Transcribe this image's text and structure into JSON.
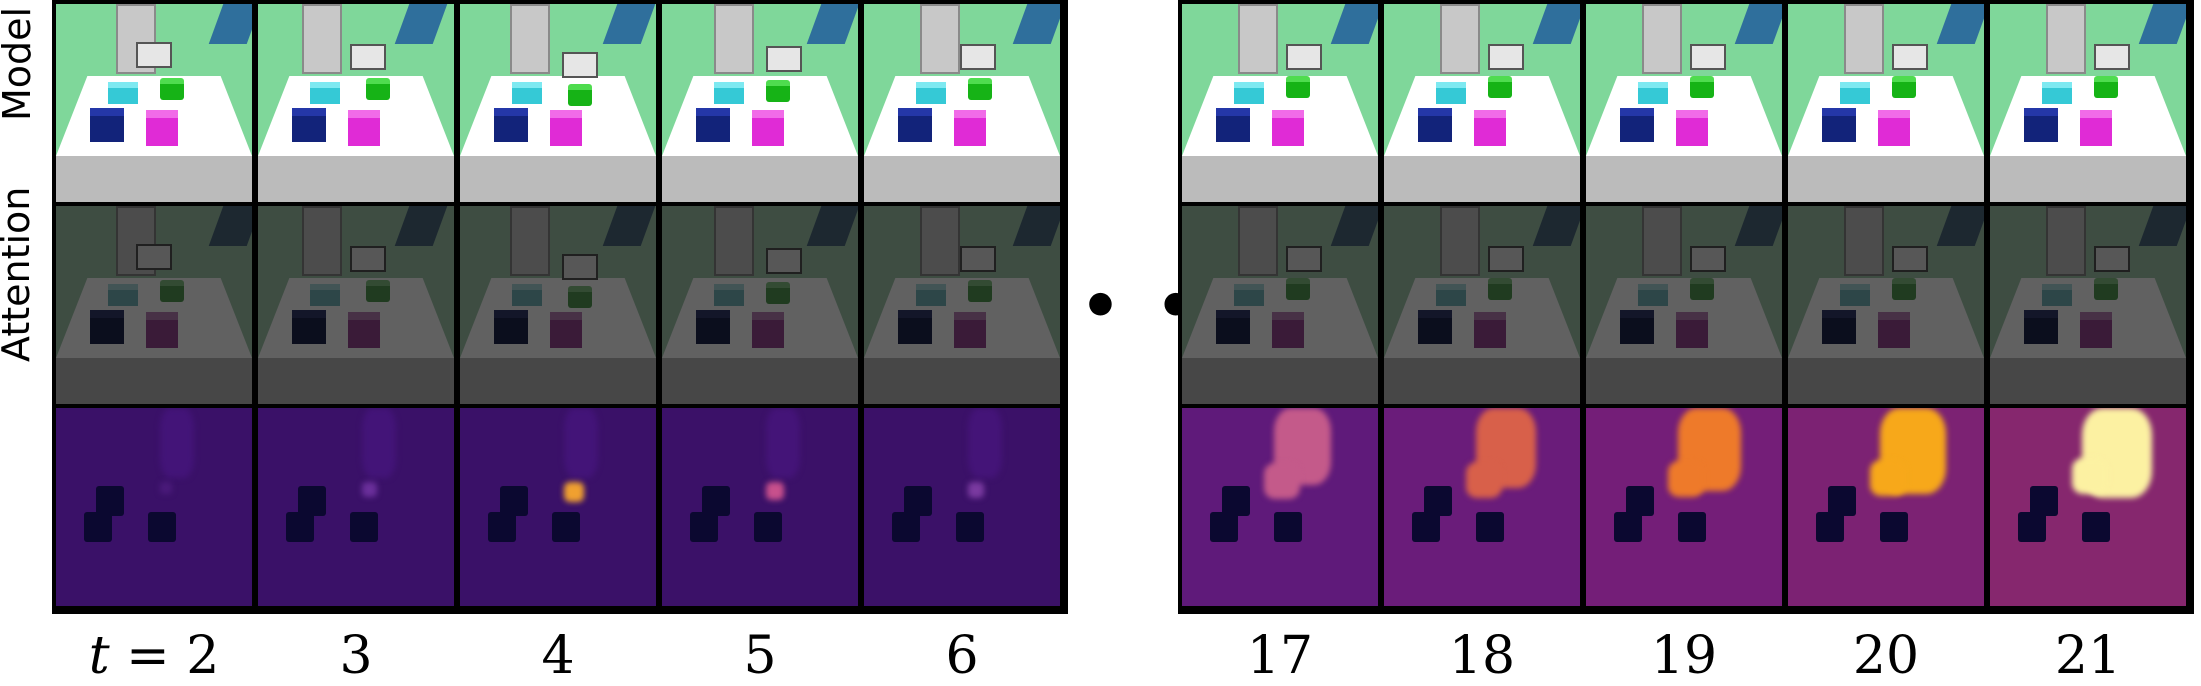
{
  "row_labels": {
    "model": "Model",
    "attention": "Attention"
  },
  "separator": "• • •",
  "time_prefix": "t =",
  "timesteps": [
    "2",
    "3",
    "4",
    "5",
    "6",
    "17",
    "18",
    "19",
    "20",
    "21"
  ],
  "rows": [
    "model",
    "attention-overlay",
    "attention-heatmap"
  ],
  "heat_colors": {
    "2": {
      "bg": "#3a1168",
      "blob": "#4a1a7a",
      "level": 0.05
    },
    "3": {
      "bg": "#3a1168",
      "blob": "#6a2f9a",
      "level": 0.12
    },
    "4": {
      "bg": "#3a1168",
      "blob": "#f0a030",
      "level": 0.25
    },
    "5": {
      "bg": "#3b1168",
      "blob": "#c8508c",
      "level": 0.2
    },
    "6": {
      "bg": "#3b1168",
      "blob": "#7a3aa0",
      "level": 0.15
    },
    "17": {
      "bg": "#5f1a7a",
      "blob": "#c45a8a",
      "level": 0.55
    },
    "18": {
      "bg": "#6a1c7a",
      "blob": "#d8604a",
      "level": 0.65
    },
    "19": {
      "bg": "#741e78",
      "blob": "#ee7a2a",
      "level": 0.75
    },
    "20": {
      "bg": "#7c2273",
      "blob": "#f7a81a",
      "level": 0.85
    },
    "21": {
      "bg": "#86276e",
      "blob": "#fcf1a2",
      "level": 1.0
    }
  }
}
